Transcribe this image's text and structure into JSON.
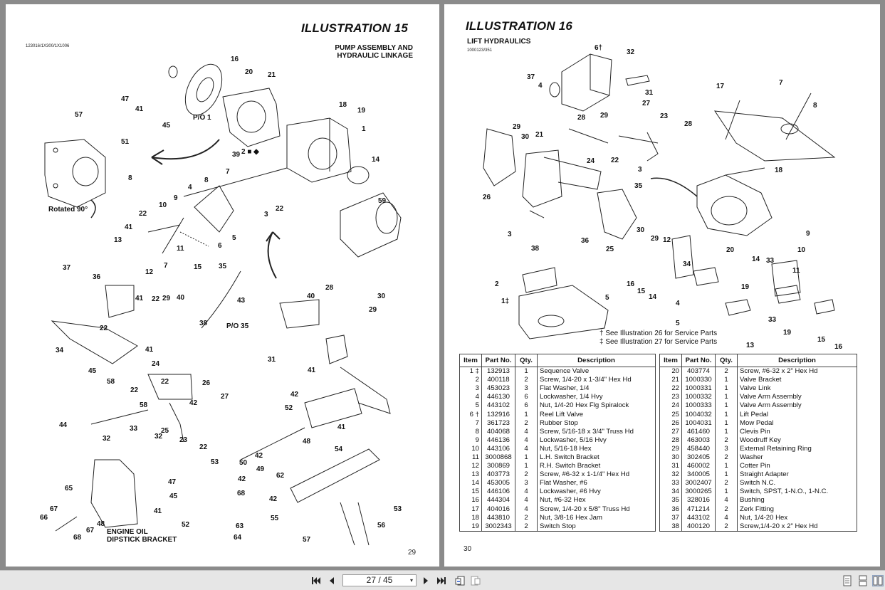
{
  "left_page": {
    "title": "ILLUSTRATION 15",
    "code": "123016/1X300/1X1006",
    "subtitle_line1": "PUMP ASSEMBLY AND",
    "subtitle_line2": "HYDRAULIC LINKAGE",
    "rotated_label": "Rotated 90°",
    "bracket_label_line1": "ENGINE OIL",
    "bracket_label_line2": "DIPSTICK BRACKET",
    "page_number": "29",
    "callouts": [
      "16",
      "20",
      "21",
      "47",
      "41",
      "57",
      "45",
      "51",
      "8",
      "P/O 1",
      "18",
      "19",
      "1",
      "39",
      "2 ■ ◆",
      "14",
      "59",
      "7",
      "8",
      "4",
      "9",
      "10",
      "22",
      "3",
      "22",
      "41",
      "5",
      "6",
      "11",
      "13",
      "12",
      "7",
      "15",
      "37",
      "36",
      "35",
      "43",
      "40",
      "28",
      "30",
      "41",
      "22",
      "29",
      "40",
      "29",
      "22",
      "38",
      "P/O 35",
      "34",
      "41",
      "24",
      "31",
      "41",
      "22",
      "45",
      "26",
      "58",
      "22",
      "58",
      "27",
      "25",
      "42",
      "44",
      "32",
      "33",
      "32",
      "23",
      "22",
      "42",
      "52",
      "41",
      "48",
      "42",
      "49",
      "54",
      "42",
      "50",
      "53",
      "47",
      "68",
      "62",
      "53",
      "65",
      "67",
      "66",
      "67",
      "48",
      "68",
      "41",
      "45",
      "52",
      "63",
      "42",
      "64",
      "55",
      "57",
      "56"
    ]
  },
  "right_page": {
    "title": "ILLUSTRATION 16",
    "subtitle": "LIFT HYDRAULICS",
    "code": "1000123/351",
    "footnote1": "† See Illustration 26 for Service Parts",
    "footnote2": "‡ See Illustration 27 for Service Parts",
    "page_number": "30",
    "callouts": [
      "6†",
      "32",
      "37",
      "4",
      "31",
      "27",
      "17",
      "7",
      "8",
      "29",
      "30",
      "28",
      "29",
      "23",
      "28",
      "21",
      "24",
      "22",
      "3",
      "26",
      "18",
      "35",
      "3",
      "38",
      "36",
      "25",
      "30",
      "29",
      "12",
      "9",
      "10",
      "20",
      "14",
      "33",
      "34",
      "11",
      "16",
      "15",
      "14",
      "19",
      "4",
      "2",
      "1‡",
      "5",
      "5",
      "33",
      "19",
      "15",
      "13",
      "16"
    ],
    "table_headers": [
      "Item",
      "Part No.",
      "Qty.",
      "Description"
    ],
    "table_left": [
      [
        "1 ‡",
        "132913",
        "1",
        "Sequence Valve"
      ],
      [
        "2",
        "400118",
        "2",
        "Screw, 1/4-20 x 1-3/4\" Hex Hd"
      ],
      [
        "3",
        "453023",
        "3",
        "Flat Washer, 1/4"
      ],
      [
        "4",
        "446130",
        "6",
        "Lockwasher, 1/4 Hvy"
      ],
      [
        "5",
        "443102",
        "6",
        "Nut, 1/4-20 Hex Flg Spiralock"
      ],
      [
        "6 †",
        "132916",
        "1",
        "Reel Lift Valve"
      ],
      [
        "7",
        "361723",
        "2",
        "Rubber Stop"
      ],
      [
        "8",
        "404068",
        "4",
        "Screw, 5/16-18 x 3/4\" Truss Hd"
      ],
      [
        "9",
        "446136",
        "4",
        "Lockwasher, 5/16 Hvy"
      ],
      [
        "10",
        "443106",
        "4",
        "Nut, 5/16-18 Hex"
      ],
      [
        "11",
        "3000868",
        "1",
        "L.H. Switch Bracket"
      ],
      [
        "12",
        "300869",
        "1",
        "R.H. Switch Bracket"
      ],
      [
        "13",
        "403773",
        "2",
        "Screw, #6-32 x 1-1/4\" Hex Hd"
      ],
      [
        "14",
        "453005",
        "3",
        "Flat Washer, #6"
      ],
      [
        "15",
        "446106",
        "4",
        "Lockwasher, #6 Hvy"
      ],
      [
        "16",
        "444304",
        "4",
        "Nut, #6-32 Hex"
      ],
      [
        "17",
        "404016",
        "4",
        "Screw, 1/4-20 x 5/8\" Truss Hd"
      ],
      [
        "18",
        "443810",
        "2",
        "Nut, 3/8-16 Hex Jam"
      ],
      [
        "19",
        "3002343",
        "2",
        "Switch Stop"
      ]
    ],
    "table_right": [
      [
        "20",
        "403774",
        "2",
        "Screw, #6-32 x 2\" Hex Hd"
      ],
      [
        "21",
        "1000330",
        "1",
        "Valve Bracket"
      ],
      [
        "22",
        "1000331",
        "1",
        "Valve Link"
      ],
      [
        "23",
        "1000332",
        "1",
        "Valve Arm Assembly"
      ],
      [
        "24",
        "1000333",
        "1",
        "Valve Arm Assembly"
      ],
      [
        "25",
        "1004032",
        "1",
        "Lift Pedal"
      ],
      [
        "26",
        "1004031",
        "1",
        "Mow Pedal"
      ],
      [
        "27",
        "461460",
        "1",
        "Clevis Pin"
      ],
      [
        "28",
        "463003",
        "2",
        "Woodruff Key"
      ],
      [
        "29",
        "458440",
        "3",
        "External Retaining Ring"
      ],
      [
        "30",
        "302405",
        "2",
        "Washer"
      ],
      [
        "31",
        "460002",
        "1",
        "Cotter Pin"
      ],
      [
        "32",
        "340005",
        "1",
        "Straight Adapter"
      ],
      [
        "33",
        "3002407",
        "2",
        "Switch N.C."
      ],
      [
        "34",
        "3000265",
        "1",
        "Switch, SPST, 1-N.O., 1-N.C."
      ],
      [
        "35",
        "328016",
        "4",
        "Bushing"
      ],
      [
        "36",
        "471214",
        "2",
        "Zerk Fitting"
      ],
      [
        "37",
        "443102",
        "4",
        "Nut, 1/4-20 Hex"
      ],
      [
        "38",
        "400120",
        "2",
        "Screw,1/4-20 x 2\" Hex Hd"
      ]
    ]
  },
  "toolbar": {
    "page_indicator": "27 / 45",
    "icons": [
      "first-page-icon",
      "prev-page-icon",
      "next-page-icon",
      "last-page-icon",
      "go-back-icon",
      "go-forward-icon",
      "single-page-view-icon",
      "continuous-view-icon",
      "two-page-view-icon"
    ]
  }
}
